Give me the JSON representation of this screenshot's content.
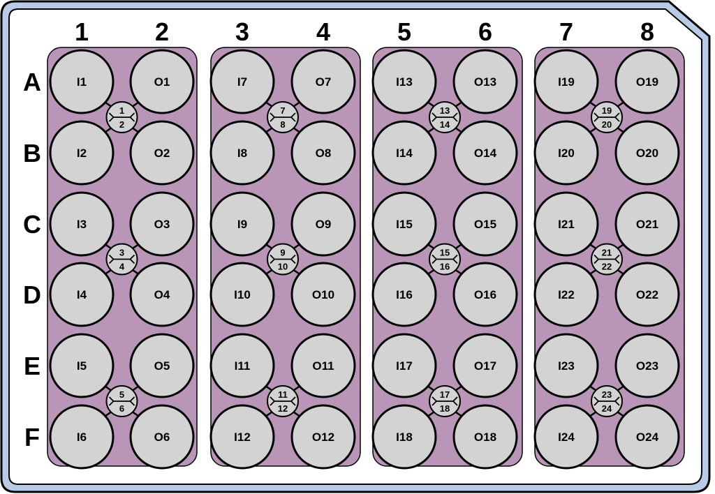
{
  "colors": {
    "plate_frame": "#b7cbe6",
    "plate_outline": "#000000",
    "panel": "#b996b8",
    "well": "#d3d3d3",
    "text": "#000000"
  },
  "column_headers": [
    "1",
    "2",
    "3",
    "4",
    "5",
    "6",
    "7",
    "8"
  ],
  "row_headers": [
    "A",
    "B",
    "C",
    "D",
    "E",
    "F"
  ],
  "panels": [
    {
      "units": [
        {
          "inlets": [
            "I1",
            "I2"
          ],
          "outlets": [
            "O1",
            "O2"
          ],
          "channels": [
            "1",
            "2"
          ]
        },
        {
          "inlets": [
            "I3",
            "I4"
          ],
          "outlets": [
            "O3",
            "O4"
          ],
          "channels": [
            "3",
            "4"
          ]
        },
        {
          "inlets": [
            "I5",
            "I6"
          ],
          "outlets": [
            "O5",
            "O6"
          ],
          "channels": [
            "5",
            "6"
          ]
        }
      ]
    },
    {
      "units": [
        {
          "inlets": [
            "I7",
            "I8"
          ],
          "outlets": [
            "O7",
            "O8"
          ],
          "channels": [
            "7",
            "8"
          ]
        },
        {
          "inlets": [
            "I9",
            "I10"
          ],
          "outlets": [
            "O9",
            "O10"
          ],
          "channels": [
            "9",
            "10"
          ]
        },
        {
          "inlets": [
            "I11",
            "I12"
          ],
          "outlets": [
            "O11",
            "O12"
          ],
          "channels": [
            "11",
            "12"
          ]
        }
      ]
    },
    {
      "units": [
        {
          "inlets": [
            "I13",
            "I14"
          ],
          "outlets": [
            "O13",
            "O14"
          ],
          "channels": [
            "13",
            "14"
          ]
        },
        {
          "inlets": [
            "I15",
            "I16"
          ],
          "outlets": [
            "O15",
            "O16"
          ],
          "channels": [
            "15",
            "16"
          ]
        },
        {
          "inlets": [
            "I17",
            "I18"
          ],
          "outlets": [
            "O17",
            "O18"
          ],
          "channels": [
            "17",
            "18"
          ]
        }
      ]
    },
    {
      "units": [
        {
          "inlets": [
            "I19",
            "I20"
          ],
          "outlets": [
            "O19",
            "O20"
          ],
          "channels": [
            "19",
            "20"
          ]
        },
        {
          "inlets": [
            "I21",
            "I22"
          ],
          "outlets": [
            "O21",
            "O22"
          ],
          "channels": [
            "21",
            "22"
          ]
        },
        {
          "inlets": [
            "I23",
            "I24"
          ],
          "outlets": [
            "O23",
            "O24"
          ],
          "channels": [
            "23",
            "24"
          ]
        }
      ]
    }
  ]
}
